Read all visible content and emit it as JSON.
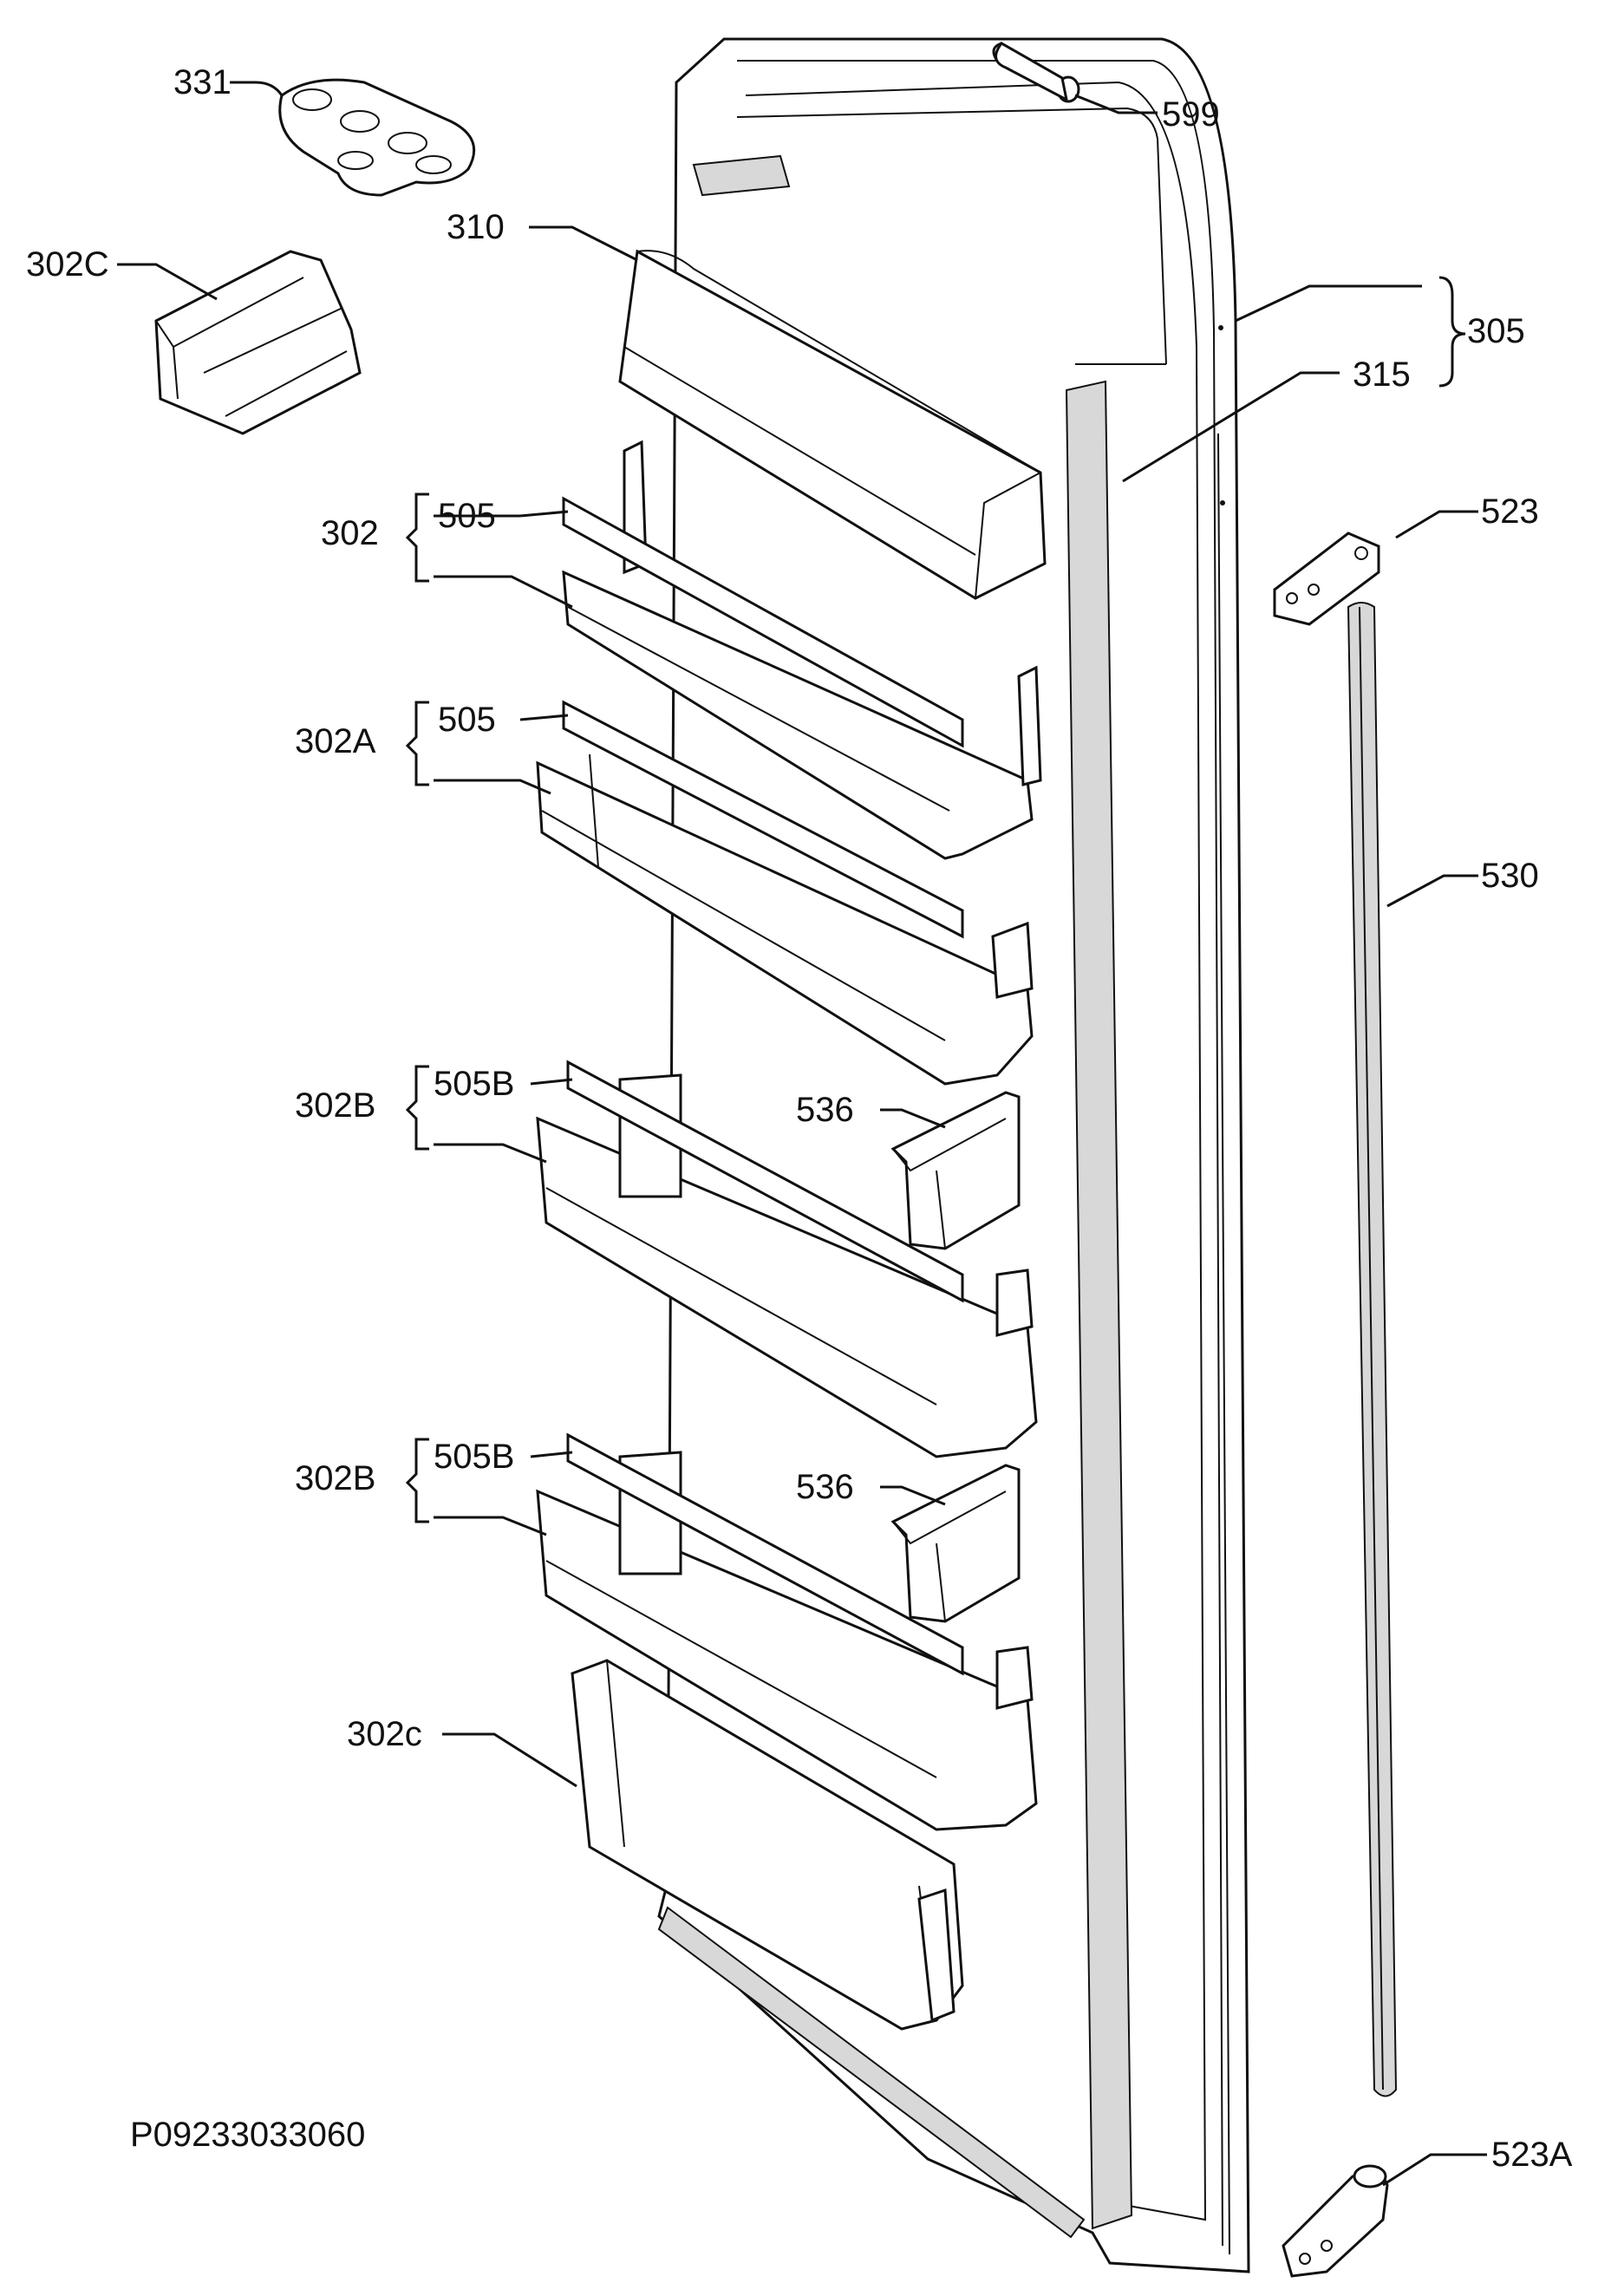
{
  "diagram": {
    "drawing_code": "P09233033060",
    "labels": {
      "l331": "331",
      "l302C_top": "302C",
      "l310": "310",
      "l599": "599",
      "l305": "305",
      "l315": "315",
      "l302": "302",
      "l505_a": "505",
      "l523": "523",
      "l302A": "302A",
      "l505_b": "505",
      "l530": "530",
      "l302B_a": "302B",
      "l505B_a": "505B",
      "l536_a": "536",
      "l302B_b": "302B",
      "l505B_b": "505B",
      "l536_b": "536",
      "l302c_low": "302c",
      "l523A": "523A"
    }
  }
}
